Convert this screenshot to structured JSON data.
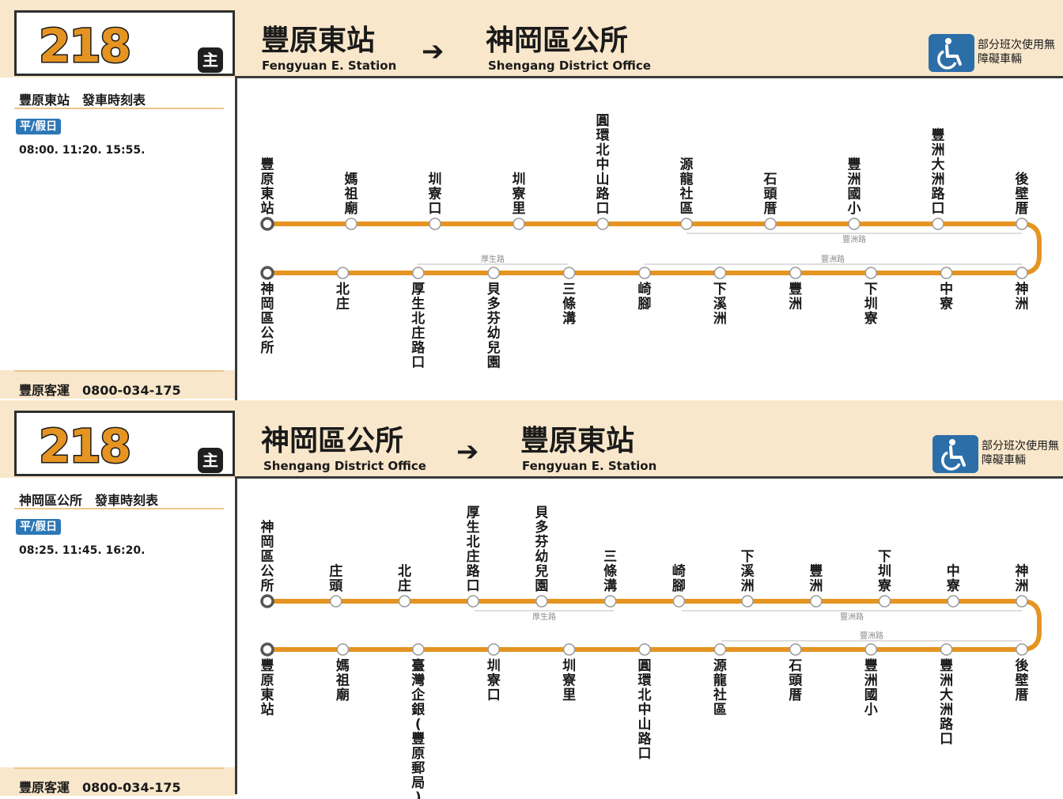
{
  "colors": {
    "route_line": "#e59422",
    "header_bg": "#f9e7cb",
    "badge_blue": "#2c78b7"
  },
  "panels": [
    {
      "route_number": "218",
      "route_type": "主",
      "from_zh": "豐原東站",
      "from_en": "Fengyuan E. Station",
      "to_zh": "神岡區公所",
      "to_en": "Shengang District Office",
      "arrow": "➔",
      "accessibility": {
        "icon": "wheelchair-icon",
        "text": "部分班次使用無障礙車輛"
      },
      "timetable_title": "豐原東站　發車時刻表",
      "day_type": "平/假日",
      "departures": "08:00. 11:20. 15:55.",
      "operator": "豐原客運　0800-034-175",
      "upper_stops": [
        "豐原東站",
        "媽祖廟",
        "圳寮口",
        "圳寮里",
        "圓環北中山路口",
        "源龍社區",
        "石頭厝",
        "豐洲國小",
        "豐洲大洲路口",
        "後壁厝"
      ],
      "lower_stops": [
        "神岡區公所",
        "北庄",
        "厚生北庄路口",
        "貝多芬幼兒園",
        "三條溝",
        "崎腳",
        "下溪洲",
        "豐洲",
        "下圳寮",
        "中寮",
        "神洲"
      ],
      "roads": [
        "豐洲路",
        "厚生路",
        "豐洲路"
      ]
    },
    {
      "route_number": "218",
      "route_type": "主",
      "from_zh": "神岡區公所",
      "from_en": "Shengang District Office",
      "to_zh": "豐原東站",
      "to_en": "Fengyuan E. Station",
      "arrow": "➔",
      "accessibility": {
        "icon": "wheelchair-icon",
        "text": "部分班次使用無障礙車輛"
      },
      "timetable_title": "神岡區公所　發車時刻表",
      "day_type": "平/假日",
      "departures": "08:25. 11:45. 16:20.",
      "operator": "豐原客運　0800-034-175",
      "upper_stops": [
        "神岡區公所",
        "庄頭",
        "北庄",
        "厚生北庄路口",
        "貝多芬幼兒園",
        "三條溝",
        "崎腳",
        "下溪洲",
        "豐洲",
        "下圳寮",
        "中寮",
        "神洲"
      ],
      "lower_stops": [
        "豐原東站",
        "媽祖廟",
        "臺灣企銀(豐原郵局)",
        "圳寮口",
        "圳寮里",
        "圓環北中山路口",
        "源龍社區",
        "石頭厝",
        "豐洲國小",
        "豐洲大洲路口",
        "後壁厝"
      ],
      "roads": [
        "厚生路",
        "豐洲路",
        "豐洲路"
      ]
    }
  ]
}
